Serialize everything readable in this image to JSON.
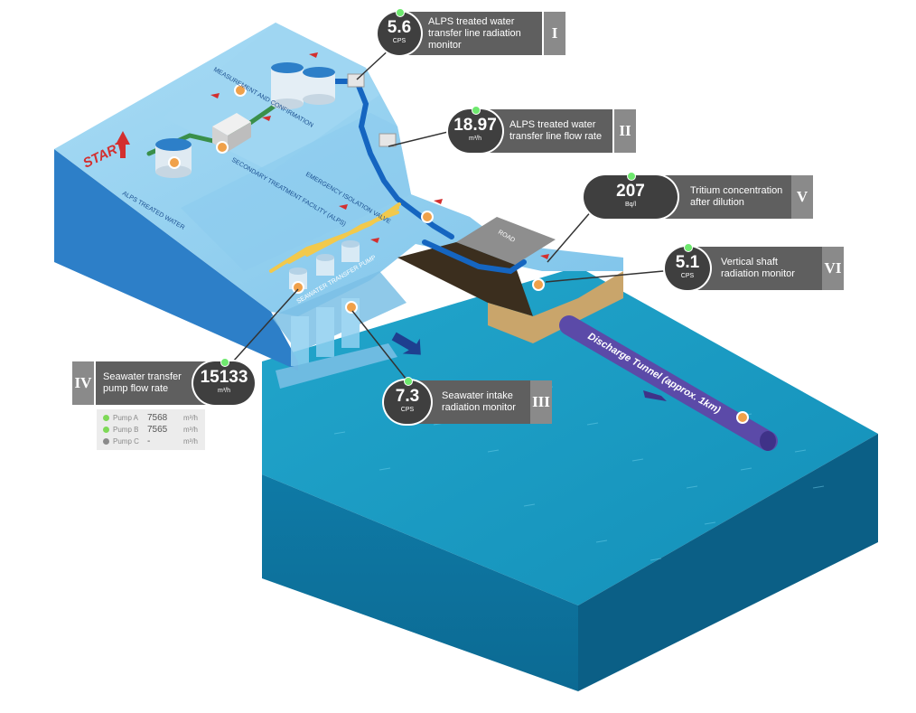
{
  "diagram": {
    "start_label": "START",
    "alps_treated_water_label": "ALPS TREATED WATER",
    "measurement_label": "MEASUREMENT AND CONFIRMATION",
    "secondary_treatment_label": "SECONDARY TREATMENT FACILITY (ALPS)",
    "emergency_valve_label": "EMERGENCY ISOLATION VALVE",
    "seawater_pump_label": "SEAWATER TRANSFER PUMP",
    "road_label": "ROAD",
    "tunnel_label": "Discharge Tunnel (approx. 1km)"
  },
  "monitors": [
    {
      "id": "I",
      "value": "5.6",
      "unit": "CPS",
      "label": [
        "ALPS treated water",
        "transfer line radiation",
        "monitor"
      ],
      "status_color": "#6ee86e"
    },
    {
      "id": "II",
      "value": "18.97",
      "unit": "m³/h",
      "label": [
        "ALPS treated water",
        "transfer line flow rate"
      ],
      "status_color": "#6ee86e"
    },
    {
      "id": "III",
      "value": "7.3",
      "unit": "CPS",
      "label": [
        "Seawater intake",
        "radiation monitor"
      ],
      "status_color": "#6ee86e"
    },
    {
      "id": "IV",
      "value": "15133",
      "unit": "m³/h",
      "label": [
        "Seawater transfer",
        "pump flow rate"
      ],
      "status_color": "#6ee86e"
    },
    {
      "id": "V",
      "value": "207",
      "unit": "Bq/l",
      "label": [
        "Tritium concentration",
        "after dilution"
      ],
      "status_color": "#6ee86e"
    },
    {
      "id": "VI",
      "value": "5.1",
      "unit": "CPS",
      "label": [
        "Vertical shaft",
        "radiation monitor"
      ],
      "status_color": "#6ee86e"
    }
  ],
  "pumps": [
    {
      "name": "Pump A",
      "value": "7568",
      "unit": "m³/h",
      "status_color": "#7ed957"
    },
    {
      "name": "Pump B",
      "value": "7565",
      "unit": "m³/h",
      "status_color": "#7ed957"
    },
    {
      "name": "Pump C",
      "value": "-",
      "unit": "m³/h",
      "status_color": "#8a8a8a"
    }
  ],
  "colors": {
    "land_top": "#8fd0f0",
    "land_side": "#2a7cc4",
    "sea_top": "#1a9ac0",
    "sea_side": "#0f6f99",
    "pipe": "#1565c0",
    "pipe_green": "#3a8f4a",
    "pipe_yellow": "#f2c94c",
    "tunnel": "#5b4aa8",
    "arrow_red": "#d32f2f",
    "callout_dark": "#3f3f3f",
    "callout_bar": "#5f5f5f",
    "roman_bar": "#8a8a8a"
  }
}
